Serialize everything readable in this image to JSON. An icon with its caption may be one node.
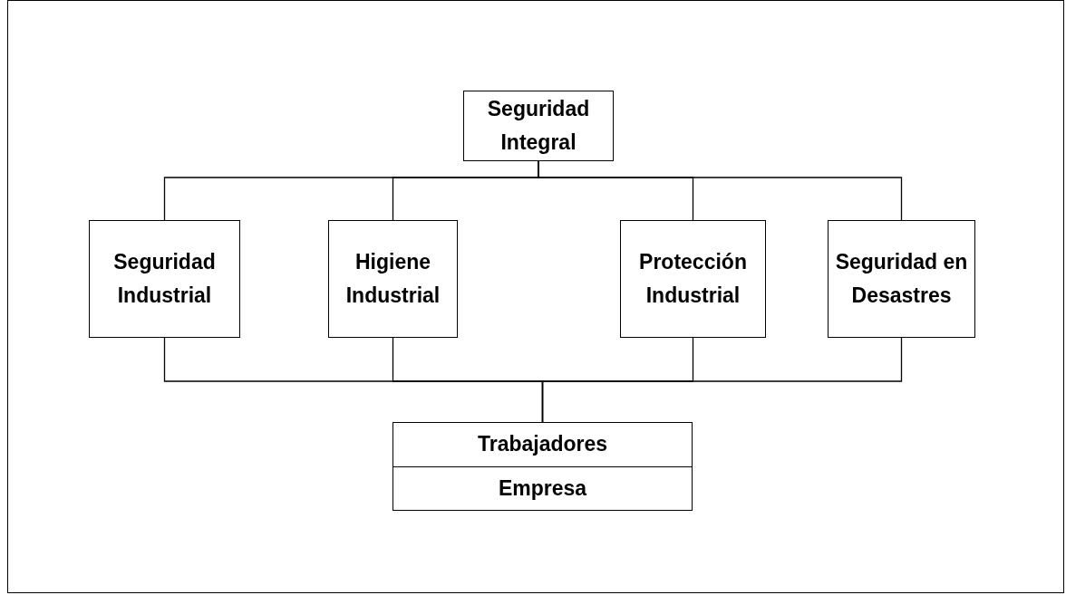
{
  "diagram": {
    "nodes": [
      {
        "text": [
          "Seguridad Integral"
        ]
      },
      {
        "text": [
          "Seguridad Industrial"
        ]
      },
      {
        "text": [
          "Higiene Industrial"
        ]
      },
      {
        "text": [
          "Protección Industrial"
        ]
      },
      {
        "text": [
          "Seguridad en Desastres"
        ]
      },
      {
        "text": [
          "Trabajadores",
          "Empresa"
        ]
      }
    ],
    "edges": [
      {
        "from": 0,
        "to": 1,
        "arrow": "none"
      },
      {
        "from": 0,
        "to": 2,
        "arrow": "none"
      },
      {
        "from": 0,
        "to": 3,
        "arrow": "none"
      },
      {
        "from": 0,
        "to": 4,
        "arrow": "none"
      },
      {
        "from": 1,
        "to": 5,
        "arrow": "none"
      },
      {
        "from": 2,
        "to": 5,
        "arrow": "none"
      },
      {
        "from": 3,
        "to": 5,
        "arrow": "none"
      },
      {
        "from": 4,
        "to": 5,
        "arrow": "none"
      }
    ]
  }
}
